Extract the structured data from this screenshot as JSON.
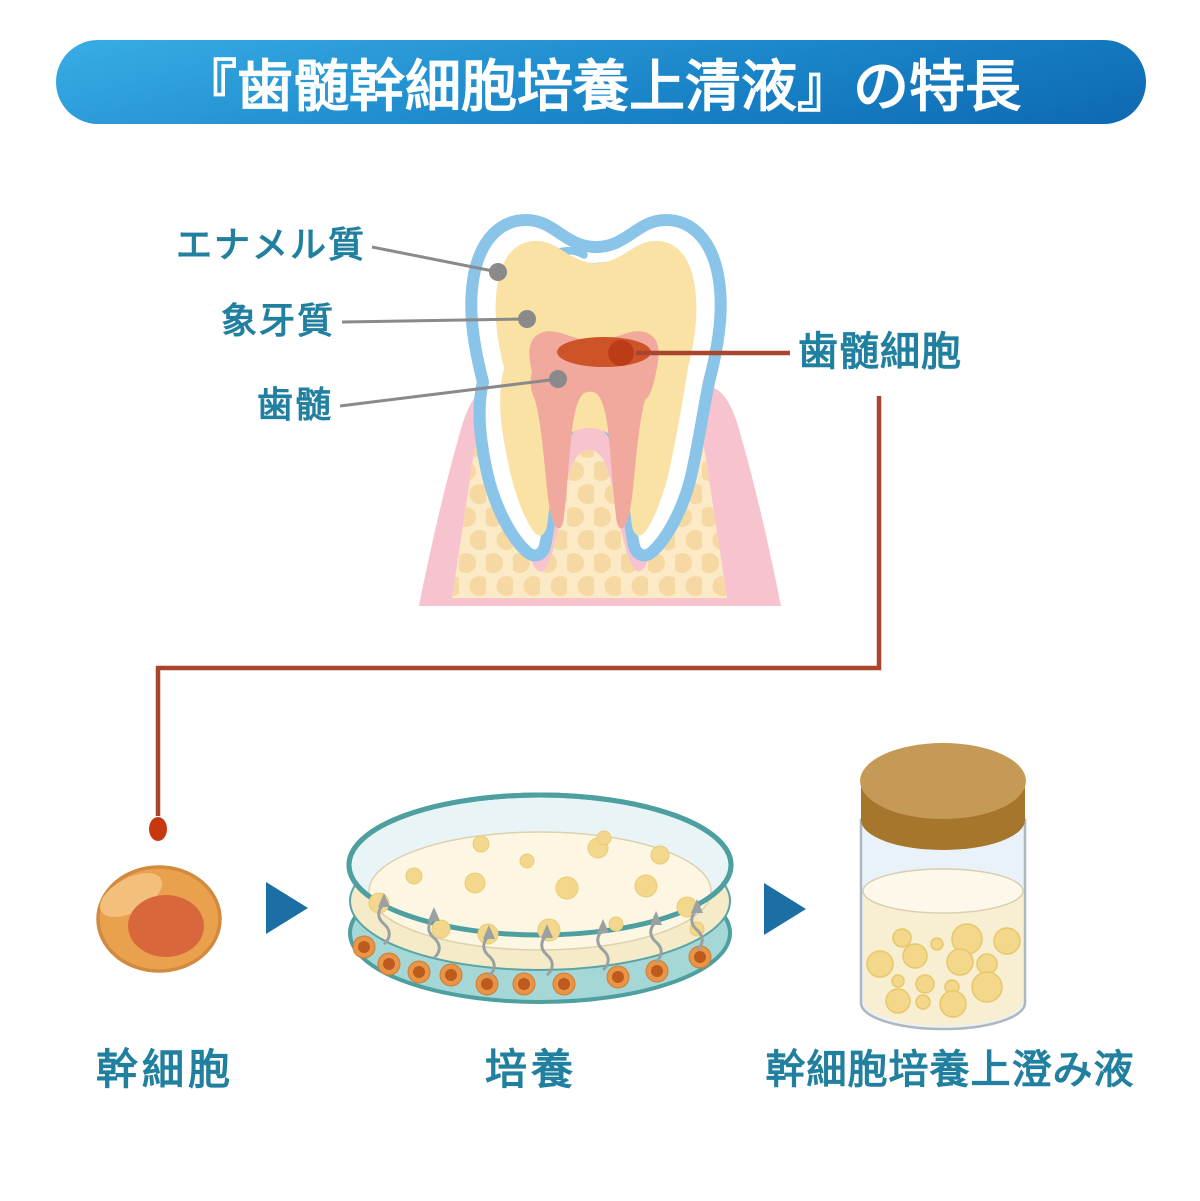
{
  "header": {
    "title": "『歯髄幹細胞培養上清液』の特長"
  },
  "tooth": {
    "labels": {
      "enamel": "エナメル質",
      "dentin": "象牙質",
      "pulp": "歯髄",
      "pulp_cells": "歯髄細胞"
    }
  },
  "process": {
    "steps": [
      {
        "name": "stem-cell",
        "label": "幹細胞"
      },
      {
        "name": "culture",
        "label": "培養"
      },
      {
        "name": "supernatant",
        "label": "幹細胞培養上澄み液"
      }
    ]
  },
  "colors": {
    "header_blue_top": "#38ade5",
    "header_blue_bottom": "#0d68b2",
    "label_teal": "#21809f",
    "arrow_blue": "#1c6fa5",
    "connector_red": "#a8452c",
    "connector_dot_red": "#c8380f",
    "tooth_outline_blue": "#8ac4e8",
    "dentin_cream": "#f9e2a4",
    "pulp_salmon": "#f1a89d",
    "pulp_cell_orange": "#cd5429",
    "pulp_cell_dark": "#bd3c18",
    "gum_pink": "#f7c3cf",
    "bone_cream": "#fce9c5",
    "bone_dot": "#f6d9a2",
    "leader_gray": "#8a8a8a",
    "dish_teal": "#4d9fa0",
    "dish_glass": "#e9f4f7",
    "dish_liquid": "#fdf6e2",
    "cell_orange": "#e9a14e",
    "cell_nucleus": "#d8683c",
    "jar_lid_brown": "#a6762c",
    "jar_lid_top": "#c59a56",
    "jar_glass": "#e9f2f9",
    "jar_liquid": "#f8eed2",
    "bubble_yellow": "#f3d88c"
  }
}
